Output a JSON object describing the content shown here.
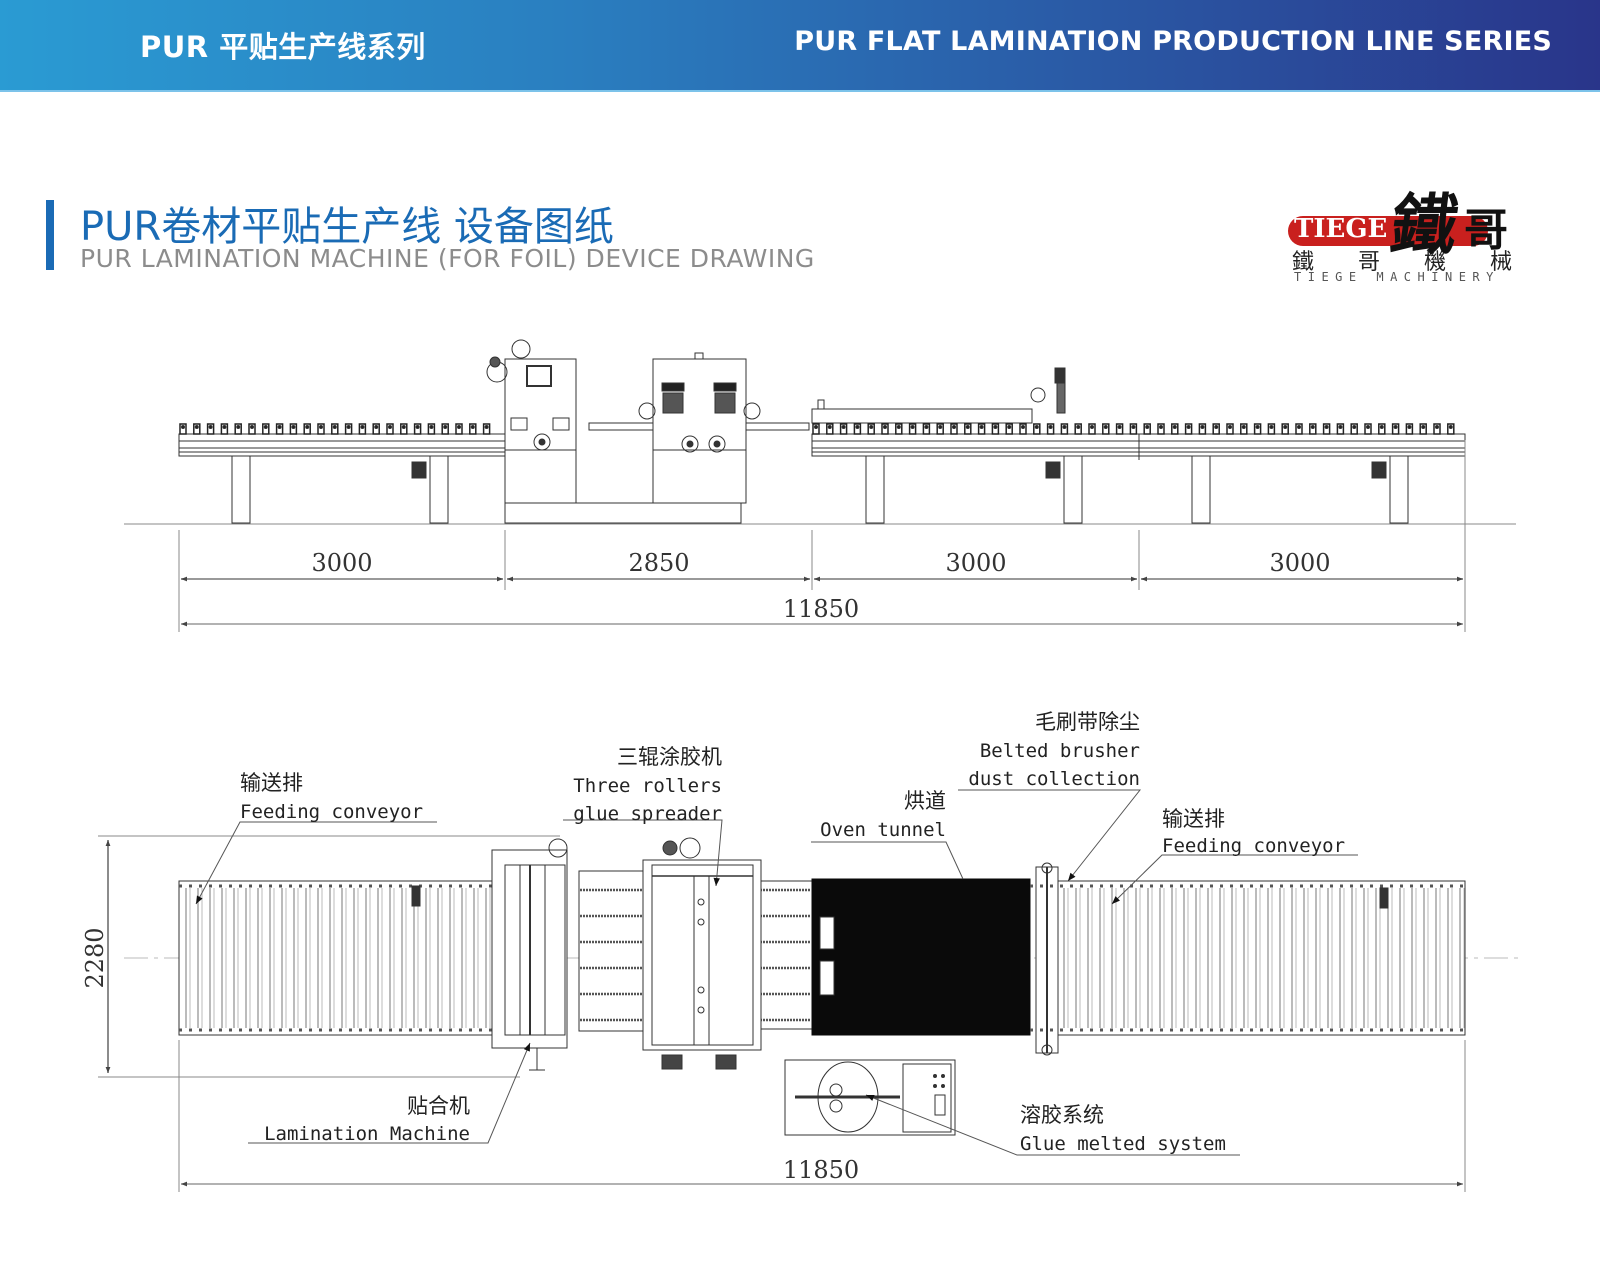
{
  "banner": {
    "left_title": "PUR 平贴生产线系列",
    "right_title": "PUR FLAT LAMINATION PRODUCTION LINE SERIES"
  },
  "heading": {
    "title_cn": "PUR卷材平贴生产线 设备图纸",
    "title_en": "PUR LAMINATION MACHINE (FOR FOIL) DEVICE DRAWING"
  },
  "logo": {
    "brand_en": "TIEGE",
    "brush_char": "鐵",
    "brush_char2": "哥",
    "brand_cn": [
      "鐵",
      "哥",
      "機",
      "械"
    ],
    "subtitle": "TIEGE MACHINERY"
  },
  "colors": {
    "accent_blue": "#1a6bb5",
    "banner_start": "#2a9bd3",
    "banner_end": "#29358a",
    "logo_red": "#c9201e",
    "subtitle_gray": "#8c8c8c"
  },
  "side_view": {
    "segments": [
      {
        "name": "feeding-conveyor-left",
        "length_mm": "3000"
      },
      {
        "name": "lamination-and-glue-spreader",
        "length_mm": "2850"
      },
      {
        "name": "oven-conveyor",
        "length_mm": "3000"
      },
      {
        "name": "feeding-conveyor-right",
        "length_mm": "3000"
      }
    ],
    "total_length_mm": "11850"
  },
  "top_view": {
    "width_mm": "2280",
    "total_length_mm": "11850",
    "labels": [
      {
        "id": "feeding-conveyor-left",
        "cn": "输送排",
        "en": [
          "Feeding conveyor"
        ]
      },
      {
        "id": "three-roller-glue-spreader",
        "cn": "三辊涂胶机",
        "en": [
          "Three rollers",
          "glue spreader"
        ]
      },
      {
        "id": "oven-tunnel",
        "cn": "烘道",
        "en": [
          "Oven tunnel"
        ]
      },
      {
        "id": "belted-brusher",
        "cn": "毛刷带除尘",
        "en": [
          "Belted brusher",
          "dust collection"
        ]
      },
      {
        "id": "feeding-conveyor-right",
        "cn": "输送排",
        "en": [
          "Feeding conveyor"
        ]
      },
      {
        "id": "lamination-machine",
        "cn": "贴合机",
        "en": [
          "Lamination Machine"
        ]
      },
      {
        "id": "glue-melted-system",
        "cn": "溶胶系统",
        "en": [
          "Glue melted system"
        ]
      }
    ]
  }
}
